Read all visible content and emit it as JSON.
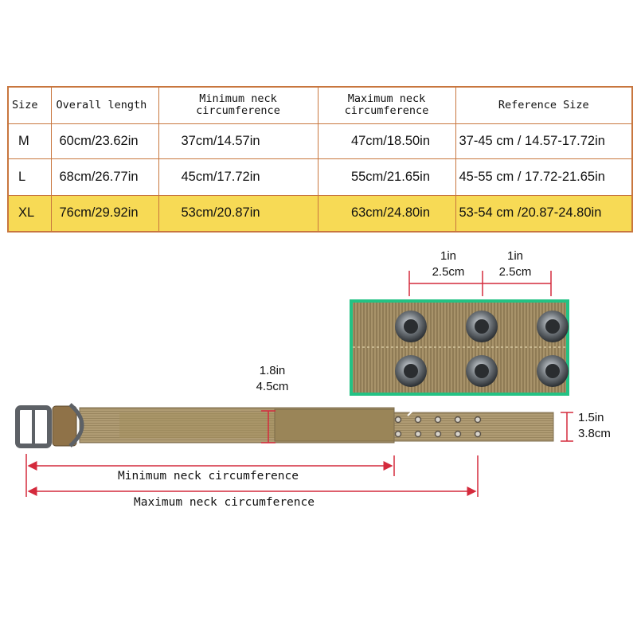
{
  "table": {
    "headers": {
      "size": "Size",
      "overall_length": "Overall length",
      "min_neck_l1": "Minimum neck",
      "min_neck_l2": "circumference",
      "max_neck_l1": "Maximum neck",
      "max_neck_l2": "circumference",
      "reference": "Reference Size"
    },
    "rows": [
      {
        "size": "M",
        "overall": "60cm/23.62in",
        "min": "37cm/14.57in",
        "max": "47cm/18.50in",
        "ref": "37-45 cm / 14.57-17.72in",
        "highlight": false
      },
      {
        "size": "L",
        "overall": "68cm/26.77in",
        "min": "45cm/17.72in",
        "max": "55cm/21.65in",
        "ref": "45-55 cm / 17.72-21.65in",
        "highlight": false
      },
      {
        "size": "XL",
        "overall": "76cm/29.92in",
        "min": "53cm/20.87in",
        "max": "63cm/24.80in",
        "ref": "53-54 cm /20.87-24.80in",
        "highlight": true
      }
    ],
    "colors": {
      "border": "#c8763e",
      "highlight": "#f7da55"
    }
  },
  "diagram": {
    "hole_spacing_1_in": "1in",
    "hole_spacing_1_cm": "2.5cm",
    "hole_spacing_2_in": "1in",
    "hole_spacing_2_cm": "2.5cm",
    "wide_width_in": "1.8in",
    "wide_width_cm": "4.5cm",
    "narrow_width_in": "1.5in",
    "narrow_width_cm": "3.8cm",
    "min_label": "Minimum neck circumference",
    "max_label": "Maximum neck circumference",
    "colors": {
      "dimension_line": "#d42a3c",
      "callout_border": "#23c284",
      "webbing": "#a89670",
      "webbing_dark": "#8a7a58",
      "buckle": "#666a6e"
    }
  }
}
